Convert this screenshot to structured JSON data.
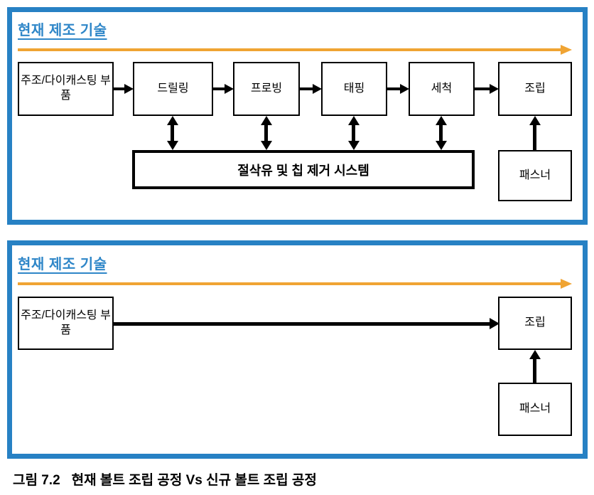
{
  "colors": {
    "panel_border": "#2781C4",
    "title_blue": "#2E86C8",
    "flow_arrow_orange": "#F0A433",
    "diagram_line": "#000000"
  },
  "top_panel": {
    "title": "현재 제조 기술",
    "flow_boxes": [
      "주조/다이캐스팅 부품",
      "드릴링",
      "프로빙",
      "태핑",
      "세척",
      "조립"
    ],
    "system_box": "절삭유 및 칩 제거 시스템",
    "fastener_box": "패스너"
  },
  "bottom_panel": {
    "title": "현재 제조 기술",
    "source_box": "주조/다이캐스팅 부품",
    "assembly_box": "조립",
    "fastener_box": "패스너"
  },
  "caption": {
    "figure_label": "그림 7.2",
    "text": "현재 볼트 조립 공정 Vs 신규 볼트 조립 공정"
  }
}
